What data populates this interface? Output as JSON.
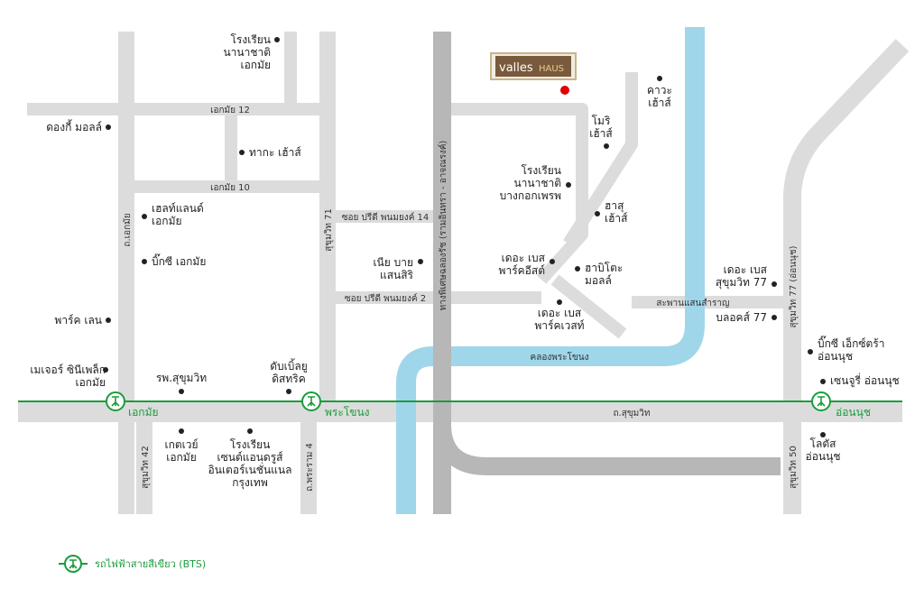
{
  "brand": {
    "name_part1": "valles",
    "name_part2": "HAUS"
  },
  "colors": {
    "road": "#dcdcdc",
    "expressway": "#b7b7b7",
    "canal": "#9fd6ea",
    "bts": "#1a9c3c",
    "marker": "#e00000",
    "dot": "#222222"
  },
  "bts_line": {
    "stations": [
      {
        "name": "เอกมัย"
      },
      {
        "name": "พระโขนง"
      },
      {
        "name": "อ่อนนุช"
      }
    ]
  },
  "roads": {
    "ekkamai_12": "เอกมัย 12",
    "ekkamai_10": "เอกมัย 10",
    "ekkamai_road": "ถ.เอกมัย",
    "sukhumvit_71": "สุขุมวิท 71",
    "soi_preedi_14": "ซอย ปรีดี พนมยงค์ 14",
    "soi_preedi_2": "ซอย ปรีดี พนมยงค์ 2",
    "expressway": "ทางพิเศษฉลองรัช (รามอินทรา - อาจณรงค์)",
    "canal": "คลองพระโขนง",
    "bridge": "สะพานแสนสำราญ",
    "sukhumvit_road": "ถ.สุขุมวิท",
    "sukhumvit_77": "สุขุมวิท 77 (อ่อนนุช)",
    "sukhumvit_42": "สุขุมวิท 42",
    "rama_4": "ถ.พระราม 4",
    "sukhumvit_50": "สุขุมวิท 50"
  },
  "places": {
    "nanachart_ekkamai": [
      "โรงเรียน",
      "นานาชาติ",
      "เอกมัย"
    ],
    "donki_mall": [
      "ดองกี้ มอลล์"
    ],
    "tataka_house": [
      "ทากะ เฮ้าส์"
    ],
    "health_land": [
      "เฮลท์แลนด์",
      "เอกมัย"
    ],
    "big_c_ekkamai": [
      "บิ๊กซี เอกมัย"
    ],
    "park_lane": [
      "พาร์ค เลน"
    ],
    "major_ekkamai": [
      "เมเจอร์ ซินีเพล็ก",
      "เอกมัย"
    ],
    "sukhumvit_hospital": [
      "รพ.สุขุมวิท"
    ],
    "dunkirk": [
      "ดับเบิ้ลยู",
      "ดิสทริค"
    ],
    "gateway_ekkamai": [
      "เกตเวย์",
      "เอกมัย"
    ],
    "st_andrews": [
      "โรงเรียน",
      "เซนต์แอนดรูส์",
      "อินเตอร์เนชั่นแนล",
      "กรุงเทพ"
    ],
    "nia_bye": [
      "เนีย บาย",
      "แสนสิริ"
    ],
    "nanachart_bangkok_prep": [
      "โรงเรียน",
      "นานาชาติ",
      "บางกอกเพรพ"
    ],
    "the_base_park_east": [
      "เดอะ เบส",
      "พาร์คอีสต์"
    ],
    "the_base_park_west": [
      "เดอะ เบส",
      "พาร์คเวสท์"
    ],
    "habito_mall": [
      "ฮาบิโตะ",
      "มอลล์"
    ],
    "hasu_house": [
      "ฮาสุ",
      "เฮ้าส์"
    ],
    "mori_house": [
      "โมริ",
      "เฮ้าส์"
    ],
    "kawa_house": [
      "คาวะ",
      "เฮ้าส์"
    ],
    "the_base_77": [
      "เดอะ เบส",
      "สุขุมวิท 77"
    ],
    "bloc_77": [
      "บลอคส์ 77"
    ],
    "big_c_extra_onnut": [
      "บิ๊กซี เอ็กซ์ตร้า",
      "อ่อนนุช"
    ],
    "century_onnut": [
      "เซนจูรี่ อ่อนนุช"
    ],
    "lotus_onnut": [
      "โลตัส",
      "อ่อนนุช"
    ]
  },
  "legend": {
    "label": "รถไฟฟ้าสายสีเขียว (BTS)"
  }
}
